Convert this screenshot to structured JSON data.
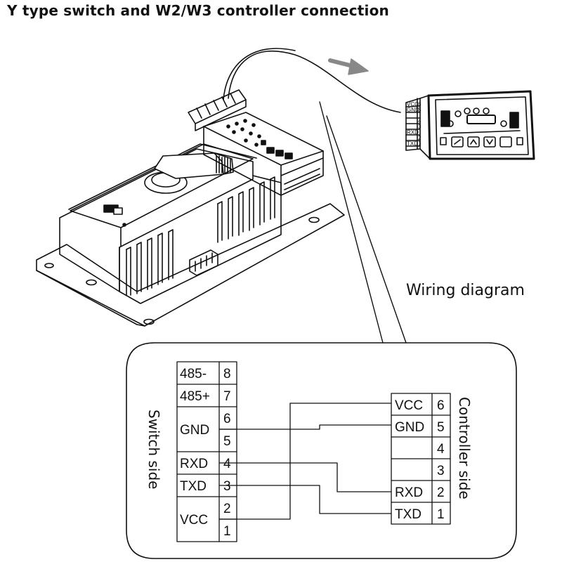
{
  "title": "Y type switch and W2/W3 controller connection",
  "wiring_diagram_label": "Wiring diagram",
  "switch_side": {
    "label": "Switch side",
    "terminals": [
      {
        "signal": "485-",
        "pins": [
          "8"
        ]
      },
      {
        "signal": "485+",
        "pins": [
          "7"
        ]
      },
      {
        "signal": "GND",
        "pins": [
          "6",
          "5"
        ]
      },
      {
        "signal": "RXD",
        "pins": [
          "4"
        ]
      },
      {
        "signal": "TXD",
        "pins": [
          "3"
        ]
      },
      {
        "signal": "VCC",
        "pins": [
          "2",
          "1"
        ]
      }
    ]
  },
  "controller_side": {
    "label": "Controller side",
    "terminals": [
      {
        "signal": "VCC",
        "pin": "6"
      },
      {
        "signal": "GND",
        "pin": "5"
      },
      {
        "signal": "",
        "pin": "4"
      },
      {
        "signal": "",
        "pin": "3"
      },
      {
        "signal": "RXD",
        "pin": "2"
      },
      {
        "signal": "TXD",
        "pin": "1"
      }
    ]
  },
  "connections": [
    {
      "from": "switch VCC 2",
      "to": "controller VCC 6"
    },
    {
      "from": "switch GND 6",
      "to": "controller GND 5"
    },
    {
      "from": "switch RXD 4",
      "to": "controller RXD 2"
    },
    {
      "from": "switch TXD 3",
      "to": "controller TXD 1"
    }
  ],
  "device_terminal_labels": [
    "VCC",
    "GND",
    "RXD",
    "TXD"
  ],
  "device_terminal_pins": [
    "6",
    "5",
    "4",
    "3",
    "2",
    "1"
  ]
}
